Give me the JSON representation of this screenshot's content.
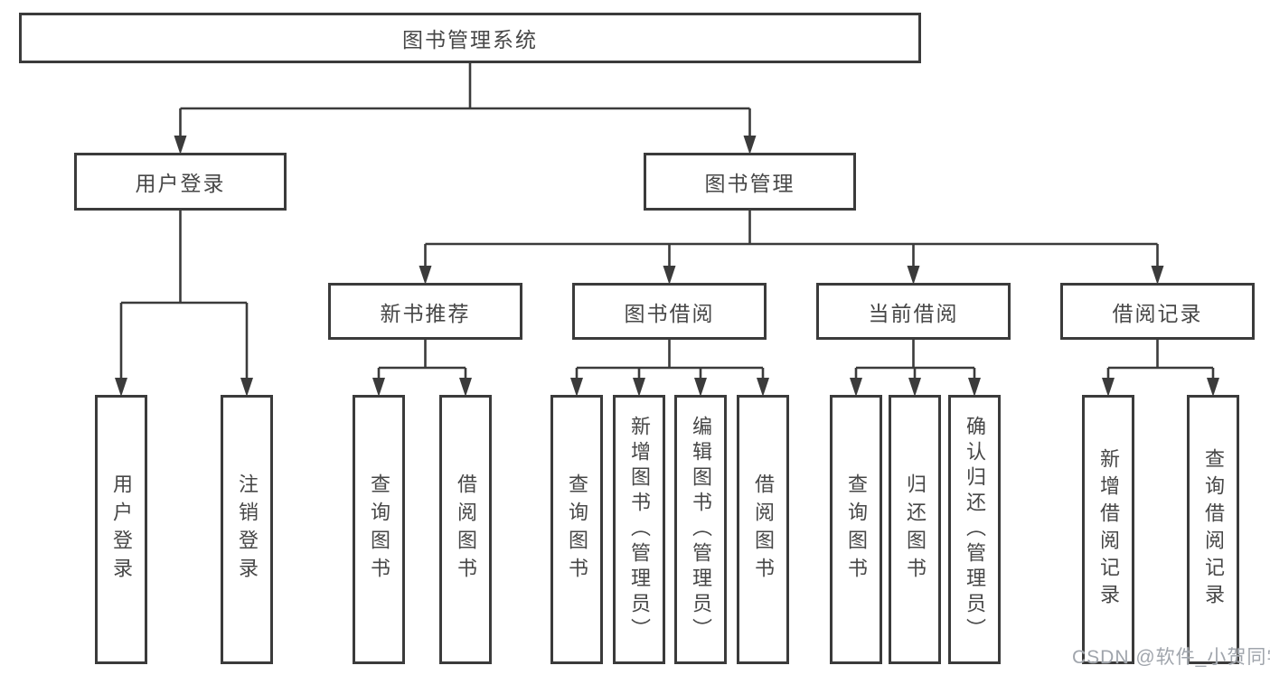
{
  "diagram": {
    "title_node": "图书管理系统",
    "level2": [
      {
        "label": "用户登录"
      },
      {
        "label": "图书管理"
      }
    ],
    "level3": [
      {
        "label": "新书推荐"
      },
      {
        "label": "图书借阅"
      },
      {
        "label": "当前借阅"
      },
      {
        "label": "借阅记录"
      }
    ],
    "leaves": {
      "user_login": [
        {
          "label": "用户登录"
        },
        {
          "label": "注销登录"
        }
      ],
      "new_book_recommend": [
        {
          "label": "查询图书"
        },
        {
          "label": "借阅图书"
        }
      ],
      "book_borrow": [
        {
          "label": "查询图书"
        },
        {
          "label": "新增图书（管理员）"
        },
        {
          "label": "编辑图书（管理员）"
        },
        {
          "label": "借阅图书"
        }
      ],
      "current_borrow": [
        {
          "label": "查询图书"
        },
        {
          "label": "归还图书"
        },
        {
          "label": "确认归还（管理员）"
        }
      ],
      "borrow_records": [
        {
          "label": "新增借阅记录"
        },
        {
          "label": "查询借阅记录"
        }
      ]
    },
    "watermark": "CSDN @软件_小贺同学",
    "colors": {
      "line": "#3b3b3b",
      "node_border": "#3b3b3b",
      "node_fill": "#ffffff",
      "text": "#474747",
      "watermark": "#a0a5ac",
      "background": "#ffffff"
    }
  }
}
